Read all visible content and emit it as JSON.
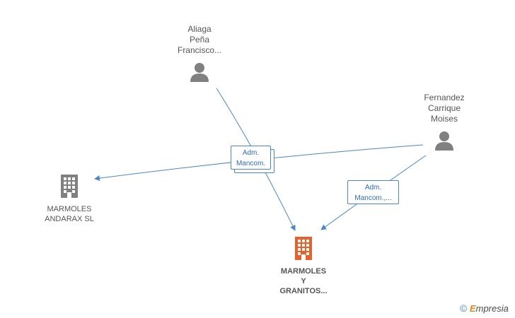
{
  "nodes": {
    "aliaga": {
      "lines": [
        "Aliaga",
        "Peña",
        "Francisco..."
      ],
      "icon": "person-icon"
    },
    "fernandez": {
      "lines": [
        "Fernandez",
        "Carrique",
        "Moises"
      ],
      "icon": "person-icon"
    },
    "andarax": {
      "lines": [
        "MARMOLES",
        "ANDARAX SL"
      ],
      "icon": "building-icon"
    },
    "granitos": {
      "lines": [
        "MARMOLES",
        "Y",
        "GRANITOS..."
      ],
      "icon": "building-icon"
    }
  },
  "edge_labels": {
    "shared": [
      "Adm.",
      "Mancom."
    ],
    "fernandez_granitos": [
      "Adm.",
      "Mancom.,..."
    ]
  },
  "brand": {
    "copyright": "©",
    "initial": "E",
    "rest": "mpresia"
  },
  "colors": {
    "edge": "#4a86c8",
    "person": "#808080",
    "company": "#808080",
    "focus_company": "#e8602a"
  }
}
